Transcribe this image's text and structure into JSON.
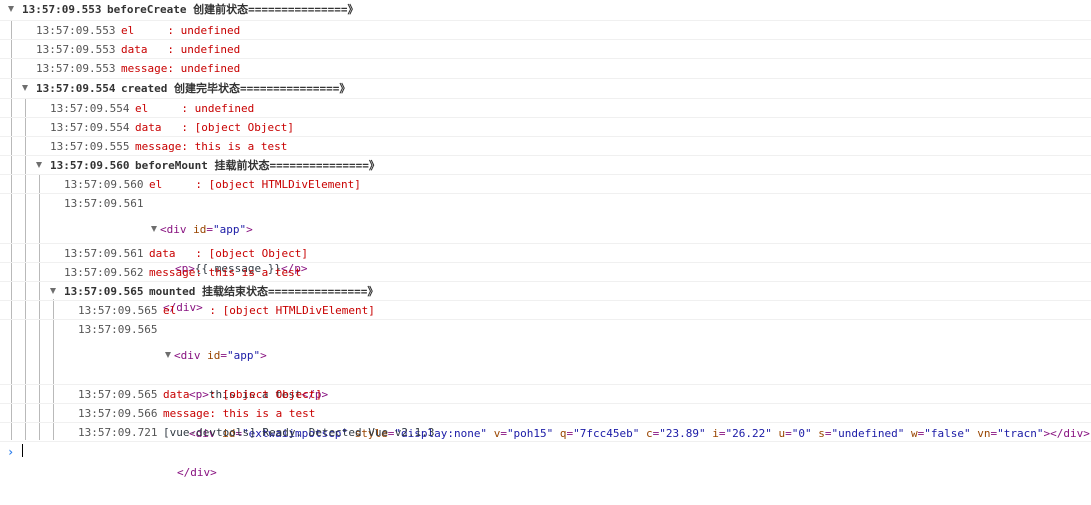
{
  "console": {
    "groups": [
      {
        "ts": "13:57:09.553",
        "name": "beforeCreate",
        "title": "创建前状态===============》"
      },
      {
        "ts": "13:57:09.554",
        "name": "created",
        "title": "创建完毕状态===============》"
      },
      {
        "ts": "13:57:09.560",
        "name": "beforeMount",
        "title": "挂载前状态===============》"
      },
      {
        "ts": "13:57:09.565",
        "name": "mounted",
        "title": "挂载结束状态===============》"
      }
    ],
    "lines": [
      {
        "ts": "13:57:09.553",
        "text": "el     : undefined"
      },
      {
        "ts": "13:57:09.553",
        "text": "data   : undefined"
      },
      {
        "ts": "13:57:09.553",
        "text": "message: undefined"
      },
      {
        "ts": "13:57:09.554",
        "text": "el     : undefined"
      },
      {
        "ts": "13:57:09.554",
        "text": "data   : [object Object]"
      },
      {
        "ts": "13:57:09.555",
        "text": "message: this is a test"
      },
      {
        "ts": "13:57:09.560",
        "text": "el     : [object HTMLDivElement]"
      },
      {
        "ts": "13:57:09.561",
        "text": ""
      },
      {
        "ts": "13:57:09.561",
        "text": "data   : [object Object]"
      },
      {
        "ts": "13:57:09.562",
        "text": "message: this is a test"
      },
      {
        "ts": "13:57:09.565",
        "text": "el     : [object HTMLDivElement]"
      },
      {
        "ts": "13:57:09.565",
        "text": ""
      },
      {
        "ts": "13:57:09.565",
        "text": "data   : [object Object]"
      },
      {
        "ts": "13:57:09.566",
        "text": "message: this is a test"
      },
      {
        "ts": "13:57:09.721",
        "text": "[vue-devtools] Ready. Detected Vue v2.1.3"
      }
    ],
    "dom1": {
      "open": "<div id=\"app\">",
      "open_tag": "<div",
      "attr_id": "id",
      "attr_id_val": "\"app\"",
      "close_bracket": ">",
      "p_open": "<p>",
      "p_text": "{{ message }}",
      "p_close": "</p>",
      "close": "</div>"
    },
    "dom2": {
      "open_tag": "<div",
      "attr_id": "id",
      "attr_id_val": "\"app\"",
      "close_bracket": ">",
      "p_open": "<p>",
      "p_text": "this is a test",
      "p_close": "</p>",
      "inner_open": "<div",
      "a1n": "id",
      "a1v": "\"extwaiimpotscp\"",
      "a2n": "style",
      "a2v": "\"display:none\"",
      "a3n": "v",
      "a3v": "\"poh15\"",
      "a4n": "q",
      "a4v": "\"7fcc45eb\"",
      "a5n": "c",
      "a5v": "\"23.89\"",
      "a6n": "i",
      "a6v": "\"26.22\"",
      "a7n": "u",
      "a7v": "\"0\"",
      "a8n": "s",
      "a8v": "\"undefined\"",
      "a9n": "w",
      "a9v": "\"false\"",
      "a10n": "vn",
      "a10v": "\"tracn\"",
      "inner_close": "></div>",
      "close": "</div>"
    },
    "prompt_symbol": "›"
  },
  "colors": {
    "log_red": "#c80000",
    "tag": "#881280",
    "attr_name": "#994500",
    "attr_value": "#1a1aa6",
    "prompt": "#2f80ed"
  }
}
